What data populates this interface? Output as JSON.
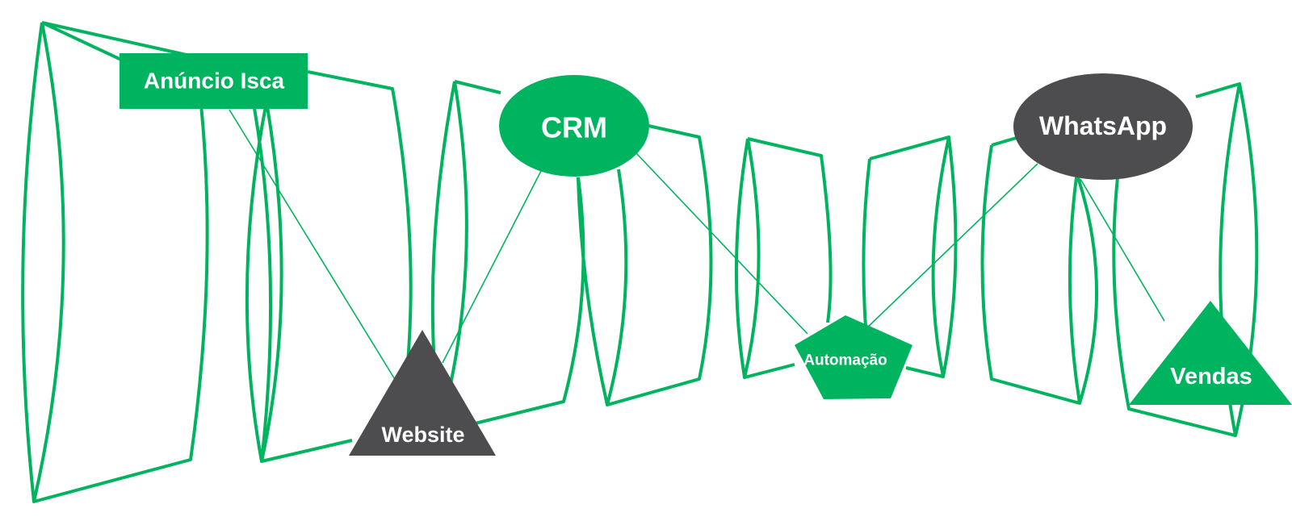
{
  "diagram": {
    "title": "",
    "colors": {
      "green": "#00B35F",
      "dark": "#4D4C4E",
      "text": "#FFFFFF"
    },
    "nodes": [
      {
        "id": "anuncio",
        "label": "Anúncio Isca",
        "shape": "rectangle",
        "color": "green"
      },
      {
        "id": "website",
        "label": "Website",
        "shape": "triangle",
        "color": "dark"
      },
      {
        "id": "crm",
        "label": "CRM",
        "shape": "ellipse",
        "color": "green"
      },
      {
        "id": "automacao",
        "label": "Automação",
        "shape": "pentagon",
        "color": "green"
      },
      {
        "id": "whatsapp",
        "label": "WhatsApp",
        "shape": "ellipse",
        "color": "dark"
      },
      {
        "id": "vendas",
        "label": "Vendas",
        "shape": "triangle",
        "color": "green"
      }
    ],
    "edges": [
      {
        "from": "anuncio",
        "to": "website"
      },
      {
        "from": "website",
        "to": "crm"
      },
      {
        "from": "crm",
        "to": "automacao"
      },
      {
        "from": "automacao",
        "to": "whatsapp"
      },
      {
        "from": "whatsapp",
        "to": "vendas"
      }
    ]
  }
}
